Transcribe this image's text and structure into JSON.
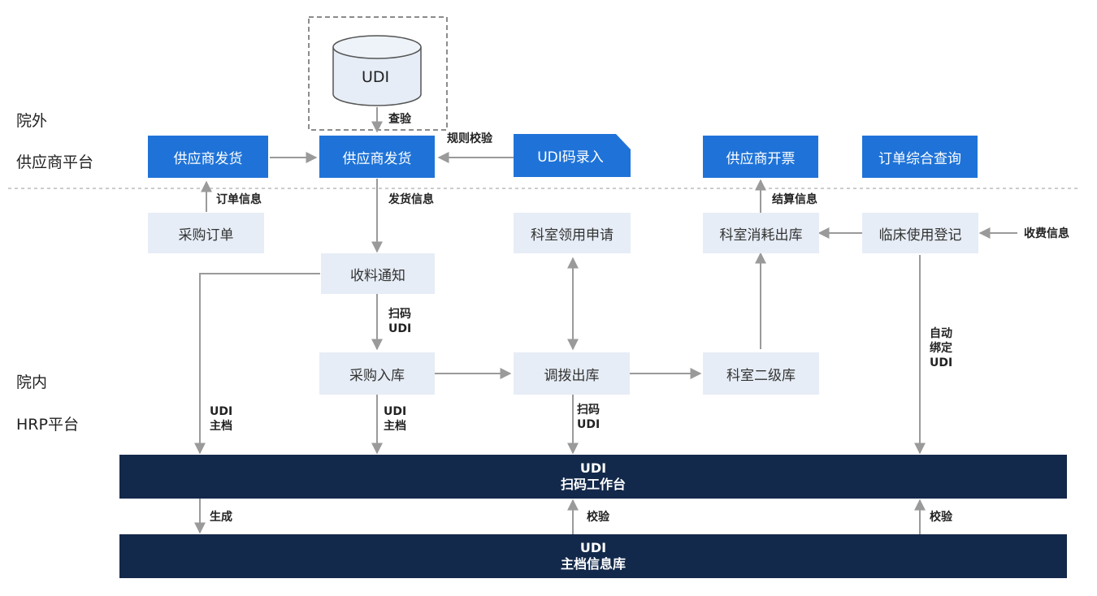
{
  "zones": {
    "outside": "院外",
    "supplier_platform": "供应商平台",
    "inside": "院内",
    "hrp_platform": "HRP平台"
  },
  "database": {
    "label": "UDI"
  },
  "boxes": {
    "supplier_ship_1": "供应商发货",
    "supplier_ship_2": "供应商发货",
    "udi_entry": "UDI码录入",
    "supplier_invoice": "供应商开票",
    "order_query": "订单综合查询",
    "purchase_order": "采购订单",
    "receive_notice": "收料通知",
    "dept_request": "科室领用申请",
    "dept_consume_out": "科室消耗出库",
    "clinical_register": "临床使用登记",
    "purchase_in": "采购入库",
    "transfer_out": "调拨出库",
    "dept_secondary": "科室二级库"
  },
  "bars": {
    "scan_station": {
      "line1": "UDI",
      "line2": "扫码工作台"
    },
    "master_db": {
      "line1": "UDI",
      "line2": "主档信息库"
    }
  },
  "labels": {
    "inspect": "查验",
    "rule_check": "规则校验",
    "order_info": "订单信息",
    "ship_info": "发货信息",
    "settle_info": "结算信息",
    "fee_info": "收费信息",
    "scan_udi_1": "扫码\nUDI",
    "auto_bind_udi": "自动\n绑定\nUDI",
    "udi_master_1": "UDI\n主档",
    "udi_master_2": "UDI\n主档",
    "scan_udi_2": "扫码\nUDI",
    "generate": "生成",
    "verify_1": "校验",
    "verify_2": "校验"
  }
}
